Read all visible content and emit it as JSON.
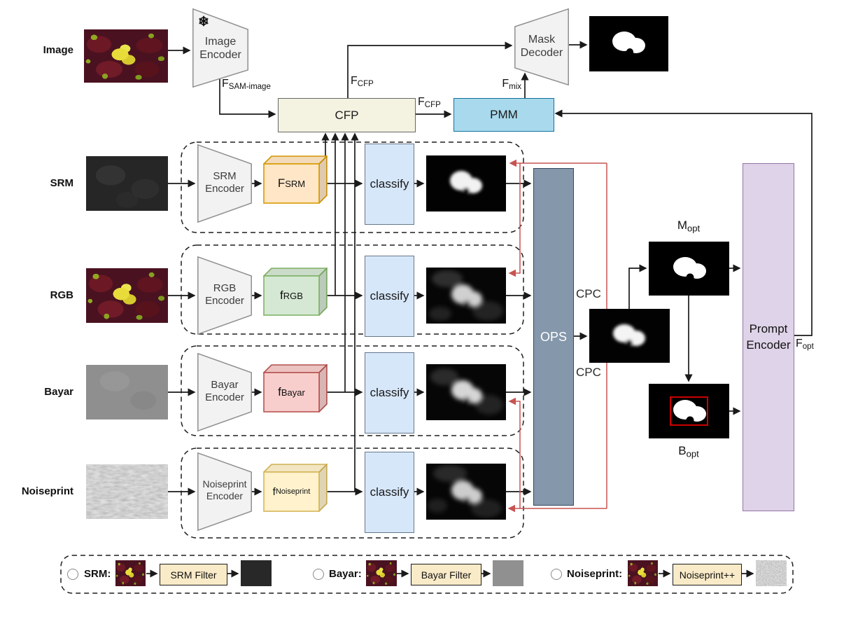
{
  "top": {
    "image_label": "Image",
    "encoder": {
      "line1": "Image",
      "line2": "Encoder"
    },
    "snowflake_icon": "❄",
    "f_sam_image": {
      "base": "F",
      "sub": "SAM-image"
    },
    "cfp_label": "CFP",
    "f_cfp_upper": {
      "base": "F",
      "sub": "CFP"
    },
    "f_cfp_mid": {
      "base": "F",
      "sub": "CFP"
    },
    "pmm_label": "PMM",
    "f_mix": {
      "base": "F",
      "sub": "mix"
    },
    "decoder": {
      "line1": "Mask",
      "line2": "Decoder"
    }
  },
  "rows": [
    {
      "label": "SRM",
      "encoder": {
        "line1": "SRM",
        "line2": "Encoder"
      },
      "feature": {
        "base": "F",
        "sub": "SRM",
        "fill": "#FFE6C6",
        "stroke": "#D79B00"
      },
      "classify_label": "classify"
    },
    {
      "label": "RGB",
      "encoder": {
        "line1": "RGB",
        "line2": "Encoder"
      },
      "feature": {
        "base": "f",
        "sub": "RGB",
        "fill": "#D5E8D4",
        "stroke": "#82B366"
      },
      "classify_label": "classify"
    },
    {
      "label": "Bayar",
      "encoder": {
        "line1": "Bayar",
        "line2": "Encoder"
      },
      "feature": {
        "base": "f",
        "sub": "Bayar",
        "fill": "#F8CECC",
        "stroke": "#B85450"
      },
      "classify_label": "classify"
    },
    {
      "label": "Noiseprint",
      "encoder": {
        "line1": "Noiseprint",
        "line2": "Encoder"
      },
      "feature": {
        "base": "f",
        "sub": "Noiseprint",
        "fill": "#FFF2CC",
        "stroke": "#D6B656"
      },
      "classify_label": "classify"
    }
  ],
  "right": {
    "ops_label": "OPS",
    "cpc_top": "CPC",
    "cpc_bottom": "CPC",
    "m_opt": {
      "base": "M",
      "sub": "opt"
    },
    "b_opt": {
      "base": "B",
      "sub": "opt"
    },
    "prompt_encoder": {
      "line1": "Prompt",
      "line2": "Encoder"
    },
    "f_opt": {
      "base": "F",
      "sub": "opt"
    }
  },
  "legend": {
    "items": [
      {
        "label": "SRM:",
        "filter": "SRM Filter"
      },
      {
        "label": "Bayar:",
        "filter": "Bayar Filter"
      },
      {
        "label": "Noiseprint:",
        "filter": "Noiseprint++"
      }
    ]
  },
  "colors": {
    "wire": "#1A1A1A",
    "feedback_red": "#C75450",
    "cfp_fill": "#F4F3E2",
    "pmm_fill": "#A9D9EC",
    "pmm_stroke": "#10739E",
    "classify_fill": "#D7E7FA",
    "classify_stroke": "#66788C",
    "ops_fill": "#8497AB",
    "ops_stroke": "#34495E",
    "prompt_fill": "#DED3E8",
    "prompt_stroke": "#9673A6",
    "encoder_fill": "#F2F2F2",
    "encoder_stroke": "#8F8F8F",
    "legend_filter_fill": "#FAEBC8",
    "legend_filter_stroke": "#1A1A1A",
    "bbox_red": "#CC0000"
  }
}
